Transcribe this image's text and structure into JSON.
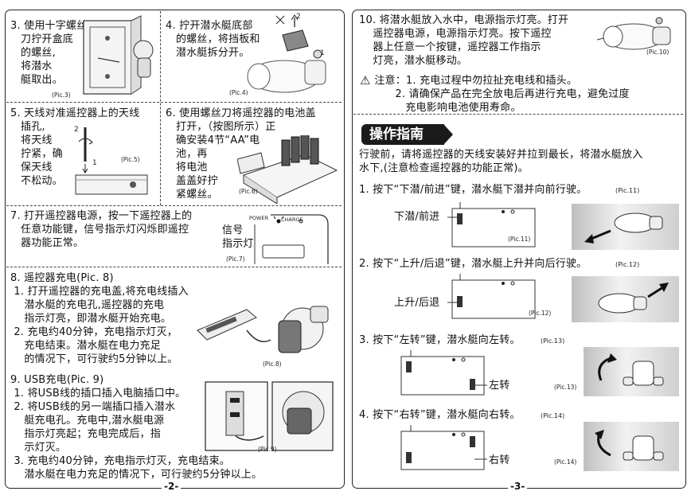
{
  "left": {
    "s3": {
      "text": "3. 使用十字螺丝\n   刀拧开盒底\n   的螺丝,\n   将潜水\n   艇取出。",
      "pic": "(Pic.3)"
    },
    "s4": {
      "text": "4. 拧开潜水艇底部\n   的螺丝，将挡板和\n   潜水艇拆分开。",
      "pic": "(Pic.4)",
      "num1": "1",
      "num2": "2"
    },
    "s5": {
      "text": "5. 天线对准遥控器上的天线\n   插孔,\n   将天线\n   拧紧，确\n   保天线\n   不松动。",
      "pic": "(Pic.5)",
      "num1": "1",
      "num2": "2"
    },
    "s6": {
      "text": "6. 使用螺丝刀将遥控器的电池盖\n   打开，（按图所示）正\n   确安装4节“AA”电\n   池，再\n   将电池\n   盖盖好拧\n   紧螺丝。",
      "pic": "(Pic.6)"
    },
    "s7": {
      "text": "7. 打开遥控器电源，按一下遥控器上的\n   任意功能键，信号指示灯闪烁即遥控\n   器功能正常。",
      "signal": "信号\n指示灯",
      "power": "POWER",
      "charge": "CHARGE",
      "pic": "(Pic.7)"
    },
    "s8": {
      "title": "8. 遥控器充电(Pic. 8)",
      "text": " 1. 打开遥控器的充电盖,将充电线插入\n    潜水艇的充电孔,遥控器的充电\n    指示灯亮，即潜水艇开始充电。\n 2. 充电约40分钟，充电指示灯灭，\n    充电结束。潜水艇在电力充足\n    的情况下，可行驶约5分钟以上。",
      "pic": "(Pic.8)"
    },
    "s9": {
      "title": "9. USB充电(Pic. 9)",
      "text": " 1. 将USB线的插口插入电脑插口中。\n 2. 将USB线的另一端插口插入潜水\n    艇充电孔。充电中,潜水艇电源\n    指示灯亮起；充电完成后，指\n    示灯灭。",
      "text2": " 3. 充电约40分钟，充电指示灯灭，充电结束。\n    潜水艇在电力充足的情况下，可行驶约5分钟以上。",
      "pic": "(Pic.9)"
    },
    "page": "-2-"
  },
  "right": {
    "s10": {
      "text": "10. 将潜水艇放入水中，电源指示灯亮。打开\n    遥控器电源，电源指示灯亮。按下遥控\n    器上任意一个按键，遥控器工作指示\n    灯亮，潜水艇移动。",
      "pic": "(Pic.10)"
    },
    "note": {
      "icon": "⚠",
      "text": " 注意：1. 充电过程中勿拉扯充电线和插头。\n       2. 请确保产品在完全放电后再进行充电，避免过度\n          充电影响电池使用寿命。"
    },
    "guide": {
      "title": "操作指南",
      "intro": "行驶前，请将遥控器的天线安装好并拉到最长，将潜水艇放入\n水下,(注意检查遥控器的功能正常)。"
    },
    "i1": {
      "text": "1. 按下“下潜/前进”键，潜水艇下潜并向前行驶。",
      "picref": "(Pic.11)",
      "label": "下潜/前进",
      "pic": "(Pic.11)"
    },
    "i2": {
      "text": "2. 按下“上升/后退”键，潜水艇上升并向后行驶。",
      "picref": "(Pic.12)",
      "label": "上升/后退",
      "pic": "(Pic.12)"
    },
    "i3": {
      "text": "3. 按下“左转”键，潜水艇向左转。",
      "picref": "(Pic.13)",
      "label": "左转",
      "pic": "(Pic.13)"
    },
    "i4": {
      "text": "4. 按下“右转”键，潜水艇向右转。",
      "picref": "(Pic.14)",
      "label": "右转",
      "pic": "(Pic.14)"
    },
    "page": "-3-"
  }
}
